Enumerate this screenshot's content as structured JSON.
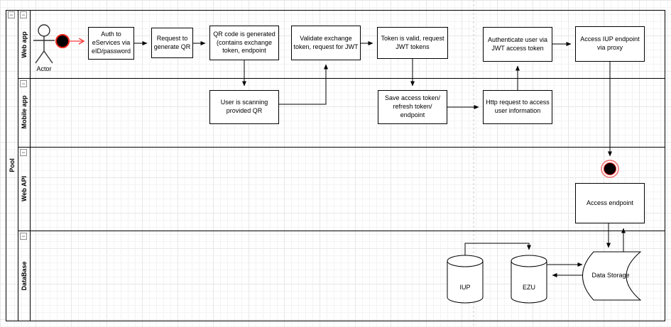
{
  "pool": {
    "label": "Pool",
    "lanes": [
      {
        "label": "Web app"
      },
      {
        "label": "Mobile app"
      },
      {
        "label": "Web API"
      },
      {
        "label": "DataBase"
      }
    ]
  },
  "actor": {
    "label": "Actor"
  },
  "tasks": {
    "auth": {
      "label": "Auth to eServices via eID/password"
    },
    "request_qr": {
      "label": "Request to generate QR"
    },
    "qr_generated": {
      "label": "QR code is generated (contains exchange token, endpoint"
    },
    "validate": {
      "label": "Validate exchange token, request for JWT"
    },
    "token_valid": {
      "label": "Token is valid, request JWT tokens"
    },
    "authenticate": {
      "label": "Authenticate user via JWT access token"
    },
    "access_iup": {
      "label": "Access IUP endpoint via proxy"
    },
    "scanning": {
      "label": "User is scanning provided QR"
    },
    "save_token": {
      "label": "Save access token/ refresh token/ endpoint"
    },
    "http_request": {
      "label": "Http request to access user information"
    },
    "access_endpoint": {
      "label": "Access endpoint"
    }
  },
  "datastores": {
    "iup": {
      "label": "IUP"
    },
    "ezu": {
      "label": "EZU"
    },
    "data_storage": {
      "label": "Data Storage"
    }
  },
  "icons": {
    "collapse_glyph": "−"
  },
  "colors": {
    "shape_stroke": "#000000",
    "start_event_red": "#e8251a",
    "flow_red": "#fa3b3b",
    "end_event_ring_red": "#f26d6d",
    "grid_minor": "#f3f3f3",
    "grid_major": "#e7e7e7",
    "page_break_gray": "#c9c9c9"
  }
}
